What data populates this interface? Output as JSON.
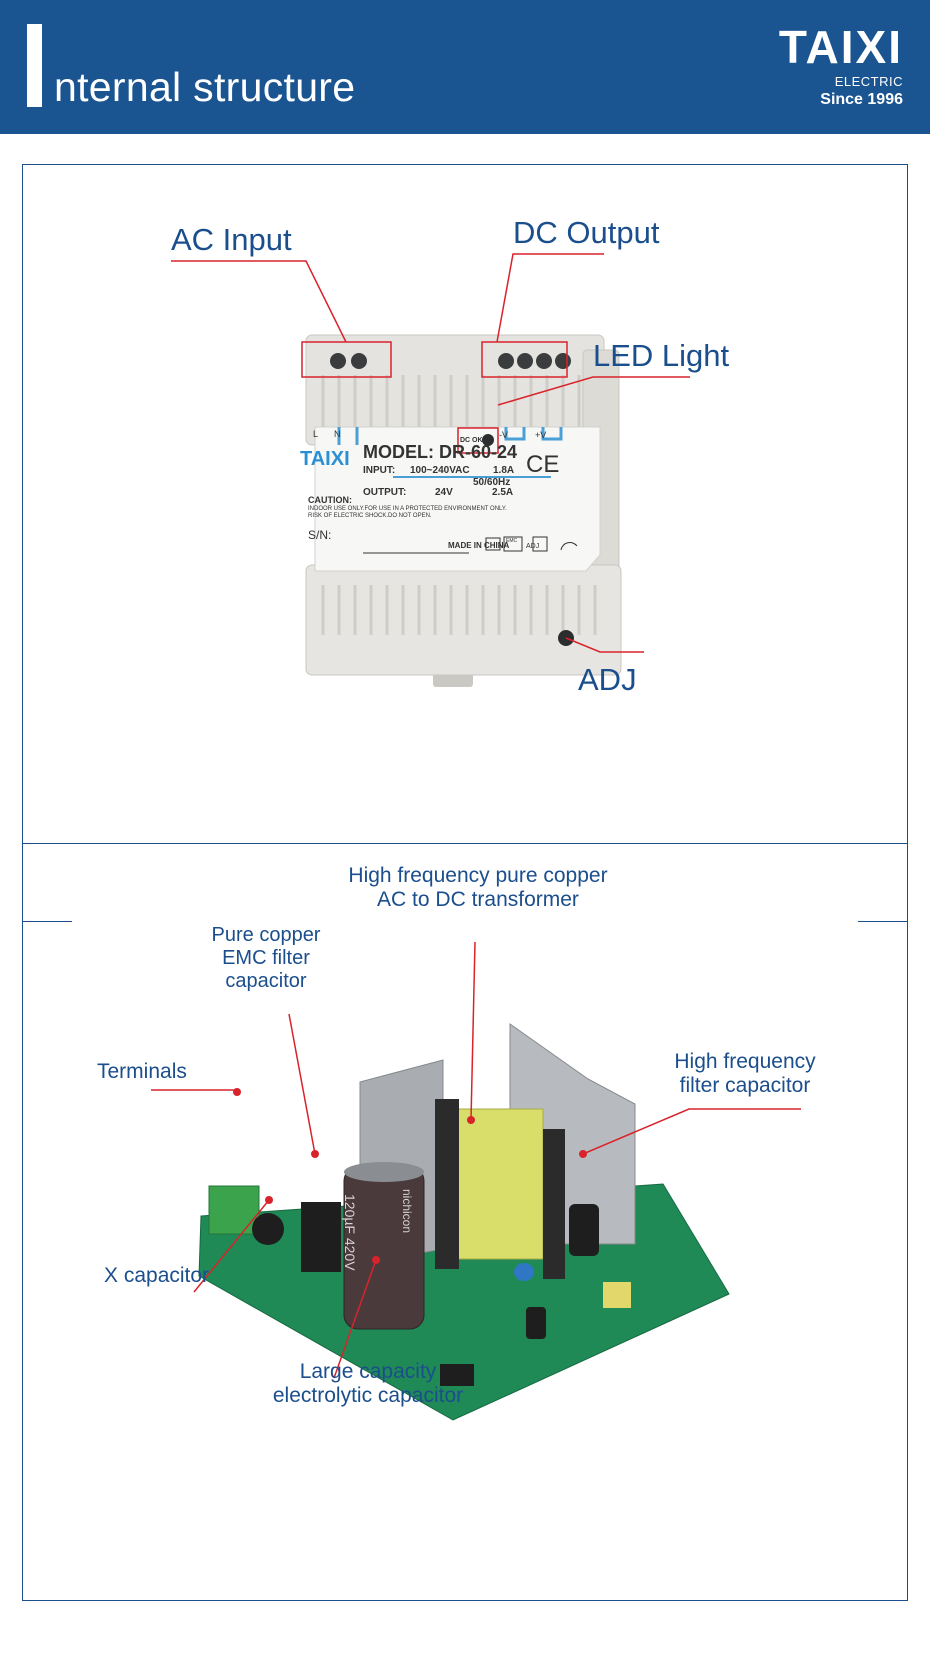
{
  "header": {
    "title": "nternal structure",
    "brand_name": "TAIXI",
    "brand_sub": "ELECTRIC",
    "brand_since": "Since 1996"
  },
  "device": {
    "labels": {
      "ac_input": "AC Input",
      "dc_output": "DC Output",
      "led_light": "LED Light",
      "adj": "ADJ"
    },
    "sticker": {
      "terminal_l": "L",
      "terminal_n": "N",
      "led_label": "DC OK",
      "terminal_neg": "-V",
      "terminal_pos": "+V",
      "brand": "TAIXI",
      "model": "MODEL: DR-60-24",
      "input_label": "INPUT:",
      "input_value": "100~240VAC",
      "input_current": "1.8A",
      "input_freq": "50/60Hz",
      "output_label": "OUTPUT:",
      "output_voltage": "24V",
      "output_current": "2.5A",
      "ce_mark": "CE",
      "caution_title": "CAUTION:",
      "caution_line1": "INDOOR USE ONLY.FOR USE IN A PROTECTED ENVIRONMENT ONLY.",
      "caution_line2": "RISK OF ELECTRIC SHOCK.DO NOT OPEN.",
      "sn_label": "S/N:",
      "emc_mark": "EMC",
      "made_in": "MADE IN CHINA",
      "adj_label": "ADJ"
    }
  },
  "board": {
    "labels": {
      "transformer_line1": "High frequency pure copper",
      "transformer_line2": "AC to DC transformer",
      "emc_line1": "Pure copper",
      "emc_line2": "EMC filter",
      "emc_line3": "capacitor",
      "terminals": "Terminals",
      "hf_cap_line1": "High frequency",
      "hf_cap_line2": "filter capacitor",
      "x_capacitor": "X capacitor",
      "electrolytic_line1": "Large capacity",
      "electrolytic_line2": "electrolytic capacitor"
    },
    "capacitor_print": "120µF 420V",
    "capacitor_brand": "nichicon"
  },
  "colors": {
    "banner_blue": "#1a5592",
    "label_blue": "#1b4e8c",
    "callout_red": "#d9232b",
    "pcb_green": "#1f8a55",
    "heatsink": "#a9acb0",
    "transformer_yellow": "#d9dd6a"
  }
}
